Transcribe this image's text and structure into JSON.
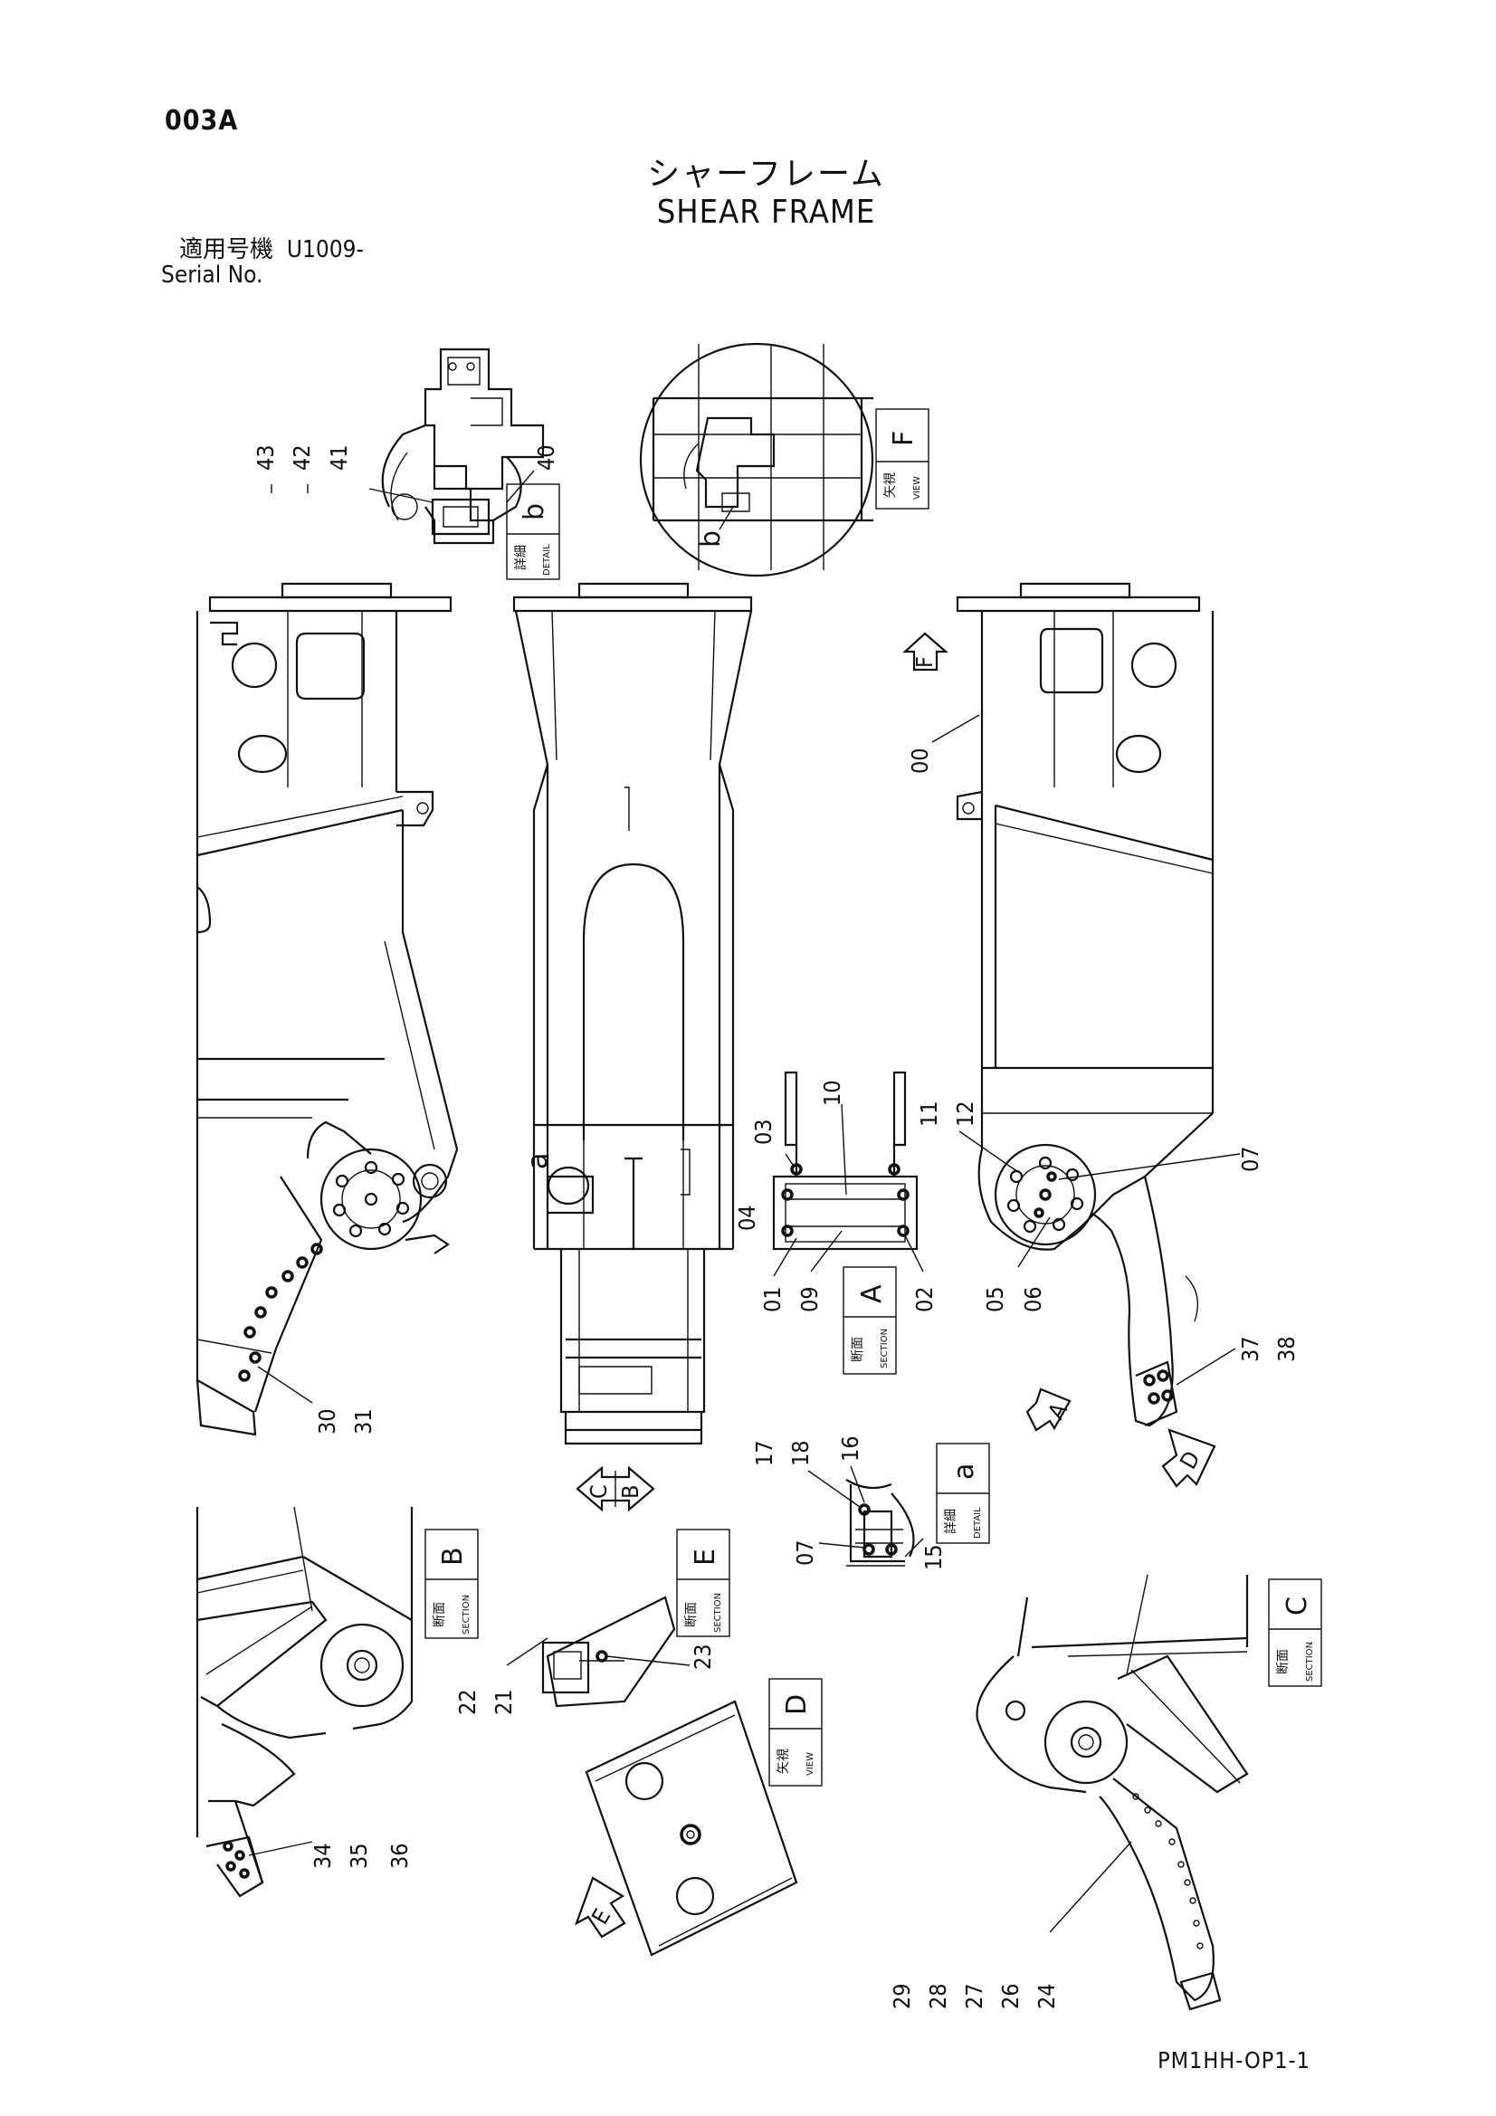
{
  "header": {
    "page_code": "003A",
    "title_jp": "シャーフレーム",
    "title_en": "SHEAR FRAME",
    "serial_label_jp": "適用号機",
    "serial_value": "U1009-",
    "serial_label_en": "Serial No."
  },
  "footer": {
    "doc_code": "PM1HH-OP1-1"
  },
  "view_labels": [
    {
      "id": "detail-b",
      "jp": "詳細",
      "en": "DETAIL",
      "letter": "b"
    },
    {
      "id": "view-f",
      "jp": "矢視",
      "en": "VIEW",
      "letter": "F"
    },
    {
      "id": "section-a",
      "jp": "断面",
      "en": "SECTION",
      "letter": "A"
    },
    {
      "id": "detail-a",
      "jp": "詳細",
      "en": "DETAIL",
      "letter": "a"
    },
    {
      "id": "section-b",
      "jp": "断面",
      "en": "SECTION",
      "letter": "B"
    },
    {
      "id": "section-e",
      "jp": "断面",
      "en": "SECTION",
      "letter": "E"
    },
    {
      "id": "view-d",
      "jp": "矢視",
      "en": "VIEW",
      "letter": "D"
    },
    {
      "id": "section-c",
      "jp": "断面",
      "en": "SECTION",
      "letter": "C"
    }
  ],
  "arrow_letters": {
    "f": "F",
    "a": "A",
    "d": "D",
    "c": "C",
    "b": "B",
    "e": "E",
    "detail_a": "a",
    "detail_b": "b"
  },
  "part_numbers": {
    "p43": "43",
    "p42": "42",
    "p41": "41",
    "p40": "40",
    "p00": "00",
    "p03": "03",
    "p10": "10",
    "p04": "04",
    "p01": "01",
    "p09": "09",
    "p02": "02",
    "p11": "11",
    "p12": "12",
    "p07": "07",
    "p05": "05",
    "p06": "06",
    "p37": "37",
    "p38": "38",
    "p30": "30",
    "p31": "31",
    "p17": "17",
    "p18": "18",
    "p16": "16",
    "p07b": "07",
    "p15": "15",
    "p22": "22",
    "p21": "21",
    "p23": "23",
    "p34": "34",
    "p35": "35",
    "p36": "36",
    "p29": "29",
    "p28": "28",
    "p27": "27",
    "p26": "26",
    "p24": "24"
  }
}
